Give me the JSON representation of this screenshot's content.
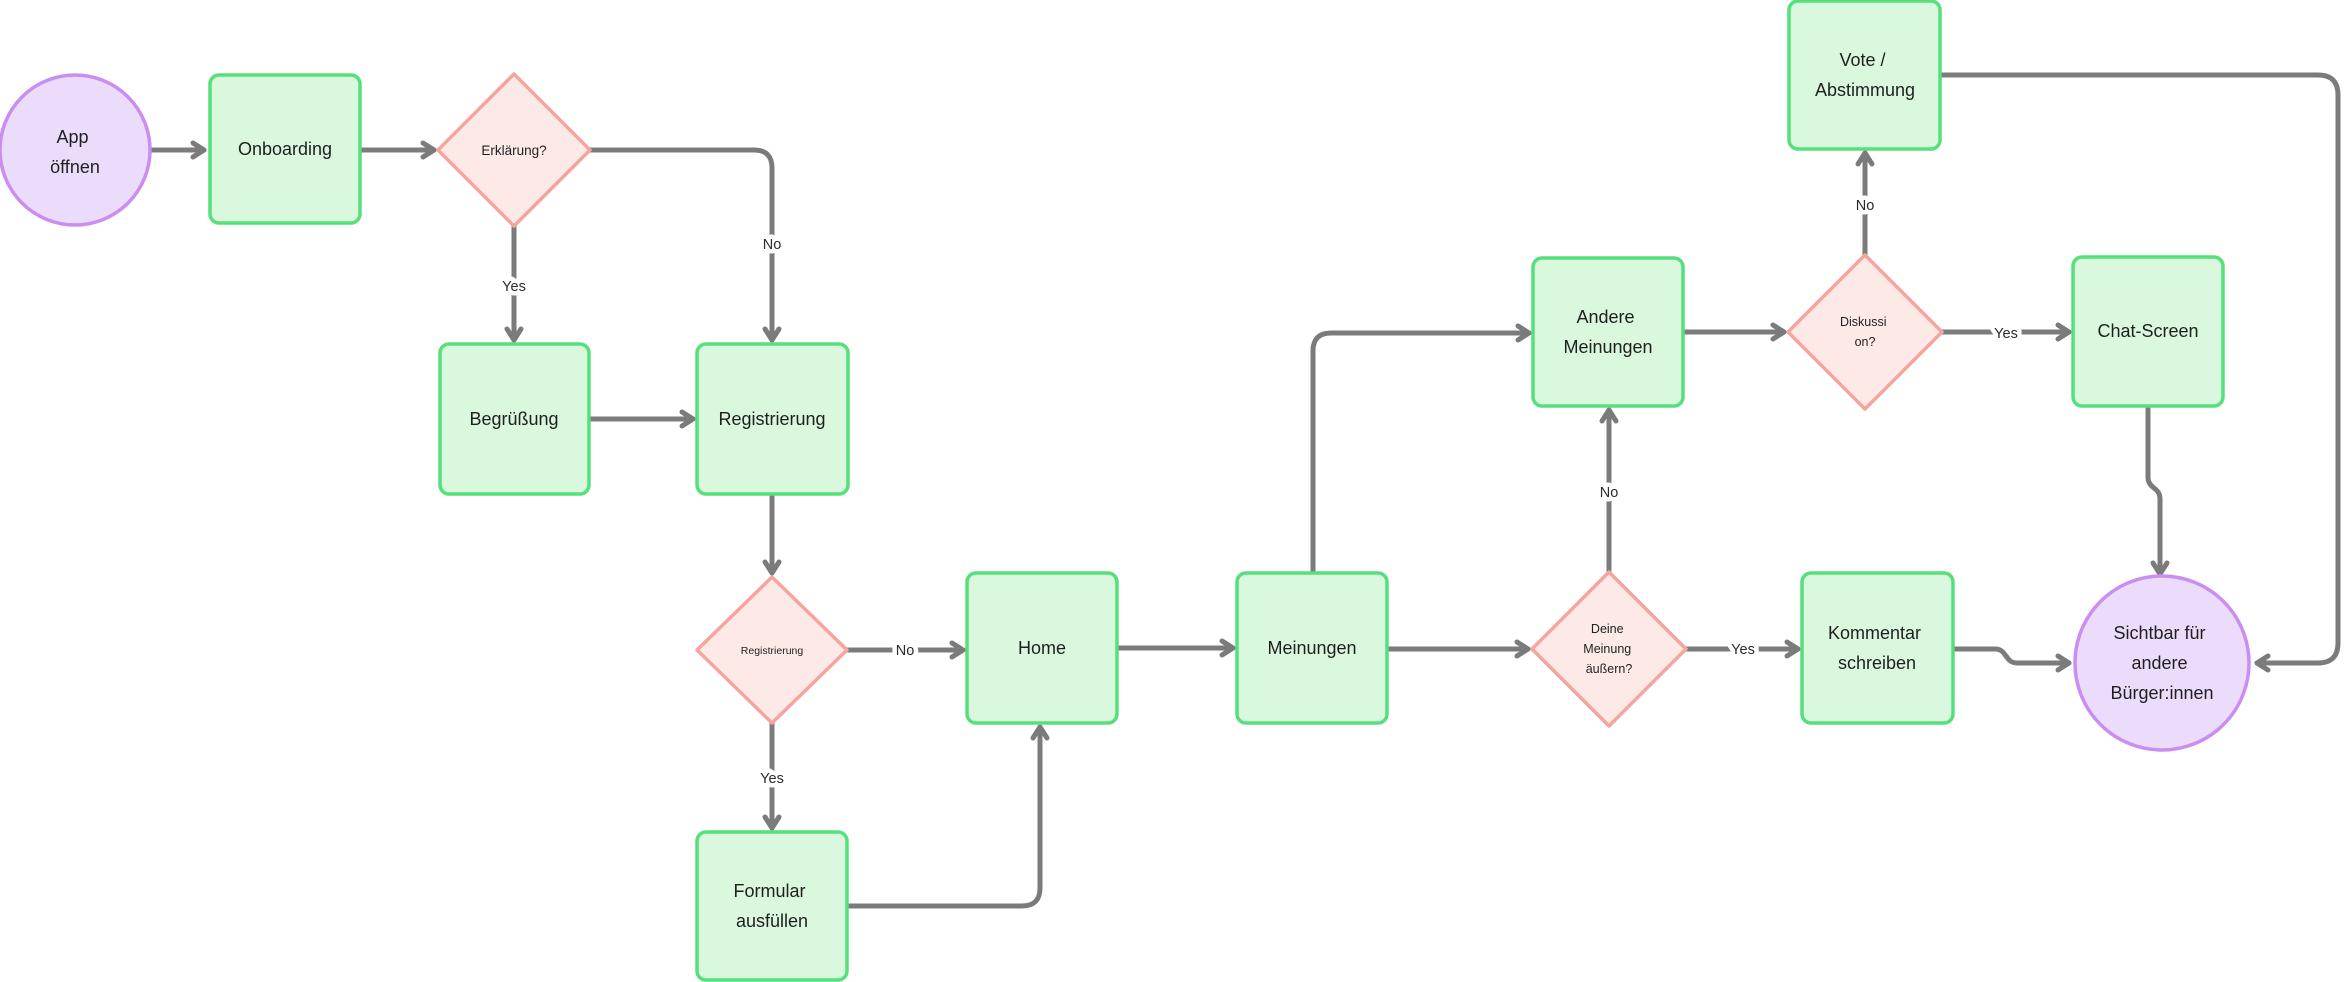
{
  "diagram": {
    "background": "#ffffff",
    "colors": {
      "green_fill": "#d9f8de",
      "green_border": "#55e07c",
      "pink_fill": "#fdeae7",
      "pink_border": "#f5a59d",
      "purple_fill": "#ecdcfb",
      "purple_border": "#ca8df2",
      "edge_color": "#7b7b7b",
      "text_color": "#1f1f1f"
    },
    "nodes": {
      "app_open": {
        "type": "start",
        "shape": "circle",
        "lines": [
          "App",
          "öffnen"
        ]
      },
      "onboarding": {
        "type": "process",
        "shape": "rect",
        "lines": [
          "Onboarding"
        ]
      },
      "q_erklaerung": {
        "type": "decision",
        "shape": "diamond",
        "lines": [
          "Erklärung?"
        ]
      },
      "begruessung": {
        "type": "process",
        "shape": "rect",
        "lines": [
          "Begrüßung"
        ]
      },
      "registrierung": {
        "type": "process",
        "shape": "rect",
        "lines": [
          "Registrierung"
        ]
      },
      "q_registrierung": {
        "type": "decision",
        "shape": "diamond",
        "lines": [
          "Registrierung"
        ]
      },
      "formular_ausfuellen": {
        "type": "process",
        "shape": "rect",
        "lines": [
          "Formular",
          "ausfüllen"
        ]
      },
      "home": {
        "type": "process",
        "shape": "rect",
        "lines": [
          "Home"
        ]
      },
      "meinungen": {
        "type": "process",
        "shape": "rect",
        "lines": [
          "Meinungen"
        ]
      },
      "andere_meinungen": {
        "type": "process",
        "shape": "rect",
        "lines": [
          "Andere",
          "Meinungen"
        ]
      },
      "q_diskussion": {
        "type": "decision",
        "shape": "diamond",
        "lines": [
          "Diskussi",
          "on?"
        ]
      },
      "chat_screen": {
        "type": "process",
        "shape": "rect",
        "lines": [
          "Chat-Screen"
        ]
      },
      "vote_abstimmung": {
        "type": "process",
        "shape": "rect",
        "lines": [
          "Vote /",
          "Abstimmung"
        ]
      },
      "q_deine_meinung": {
        "type": "decision",
        "shape": "diamond",
        "lines": [
          "Deine",
          "Meinung",
          "äußern?"
        ]
      },
      "kommentar_schreiben": {
        "type": "process",
        "shape": "rect",
        "lines": [
          "Kommentar",
          "schreiben"
        ]
      },
      "sichtbar_buerger": {
        "type": "end",
        "shape": "circle",
        "lines": [
          "Sichtbar für",
          "andere",
          "Bürger:innen"
        ]
      }
    },
    "edges": [
      {
        "from": "app_open",
        "to": "onboarding"
      },
      {
        "from": "onboarding",
        "to": "q_erklaerung"
      },
      {
        "from": "q_erklaerung",
        "to": "begruessung",
        "label": "Yes"
      },
      {
        "from": "q_erklaerung",
        "to": "registrierung",
        "label": "No"
      },
      {
        "from": "begruessung",
        "to": "registrierung"
      },
      {
        "from": "registrierung",
        "to": "q_registrierung"
      },
      {
        "from": "q_registrierung",
        "to": "home",
        "label": "No"
      },
      {
        "from": "q_registrierung",
        "to": "formular_ausfuellen",
        "label": "Yes"
      },
      {
        "from": "formular_ausfuellen",
        "to": "home"
      },
      {
        "from": "home",
        "to": "meinungen"
      },
      {
        "from": "meinungen",
        "to": "andere_meinungen"
      },
      {
        "from": "meinungen",
        "to": "q_deine_meinung"
      },
      {
        "from": "q_deine_meinung",
        "to": "andere_meinungen",
        "label": "No"
      },
      {
        "from": "q_deine_meinung",
        "to": "kommentar_schreiben",
        "label": "Yes"
      },
      {
        "from": "andere_meinungen",
        "to": "q_diskussion"
      },
      {
        "from": "q_diskussion",
        "to": "chat_screen",
        "label": "Yes"
      },
      {
        "from": "q_diskussion",
        "to": "vote_abstimmung",
        "label": "No"
      },
      {
        "from": "vote_abstimmung",
        "to": "sichtbar_buerger"
      },
      {
        "from": "chat_screen",
        "to": "sichtbar_buerger"
      },
      {
        "from": "kommentar_schreiben",
        "to": "sichtbar_buerger"
      }
    ]
  }
}
